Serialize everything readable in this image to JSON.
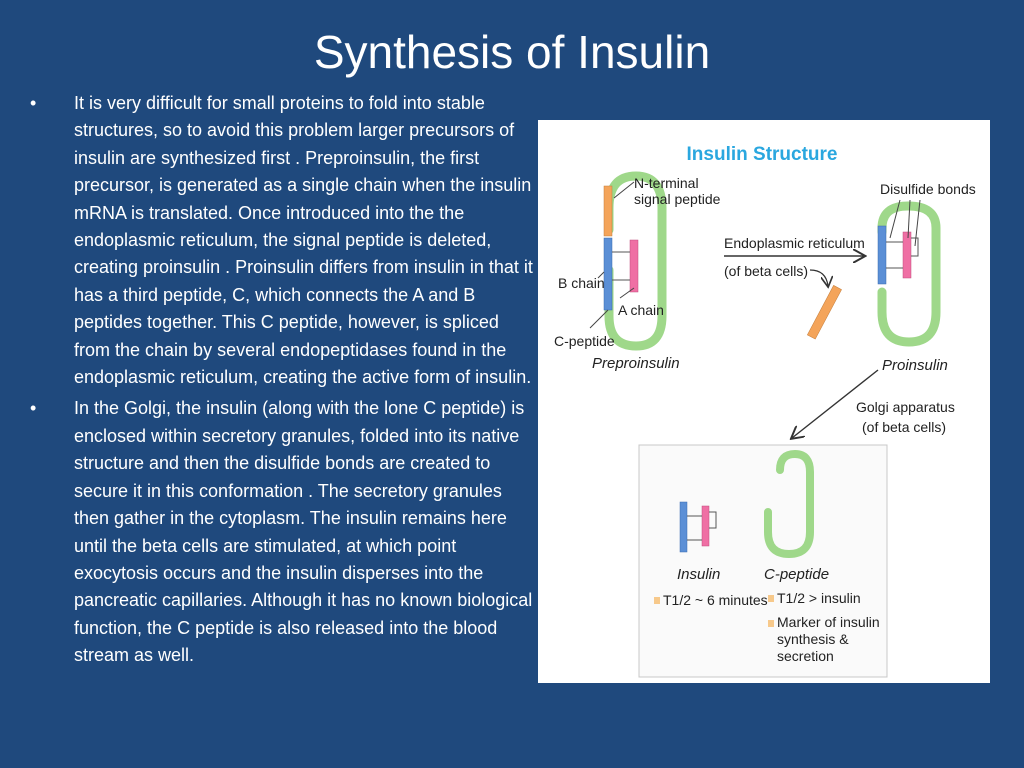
{
  "slide": {
    "title": "Synthesis of Insulin",
    "bullet_symbol": "•",
    "bullets": [
      "It is very difficult for small proteins to fold into stable structures, so to avoid this problem larger precursors of insulin are synthesized first . Preproinsulin, the first precursor, is generated as a single chain when the insulin mRNA is translated. Once introduced into the  the endoplasmic reticulum, the signal peptide is deleted, creating proinsulin . Proinsulin differs from insulin in that it has a third peptide, C, which connects the A and B peptides together. This C peptide, however, is spliced from the chain by several endopeptidases found in the endoplasmic reticulum, creating the active form of insulin.",
      "In the Golgi, the insulin (along with the lone C peptide) is enclosed within secretory granules, folded into its native structure and then the disulfide bonds are created to secure it in this conformation . The secretory granules then gather in the cytoplasm. The insulin remains here until the beta cells are stimulated, at which point exocytosis occurs and the insulin disperses into the pancreatic capillaries. Although it has no known biological function, the C peptide is also released into the blood stream as well."
    ]
  },
  "figure": {
    "title": "Insulin Structure",
    "labels": {
      "n_terminal_1": "N-terminal",
      "n_terminal_2": "signal peptide",
      "b_chain": "B chain",
      "a_chain": "A chain",
      "c_peptide": "C-peptide",
      "preproinsulin": "Preproinsulin",
      "disulfide": "Disulfide bonds",
      "er_1": "Endoplasmic reticulum",
      "er_2": "(of beta cells)",
      "proinsulin": "Proinsulin",
      "golgi_1": "Golgi apparatus",
      "golgi_2": "(of beta cells)",
      "insulin": "Insulin",
      "c_peptide_final": "C-peptide",
      "half_life_insulin": "T1/2 ~ 6 minutes",
      "half_life_c": "T1/2 > insulin",
      "marker_1": "Marker of insulin",
      "marker_2": "synthesis &",
      "marker_3": "secretion"
    },
    "colors": {
      "b_chain": "#5b8fd6",
      "a_chain": "#ef6fa4",
      "c_peptide": "#9fd88a",
      "signal_peptide": "#f4a45a",
      "title": "#2aa7df",
      "legend_square": "#f7c98b"
    }
  }
}
